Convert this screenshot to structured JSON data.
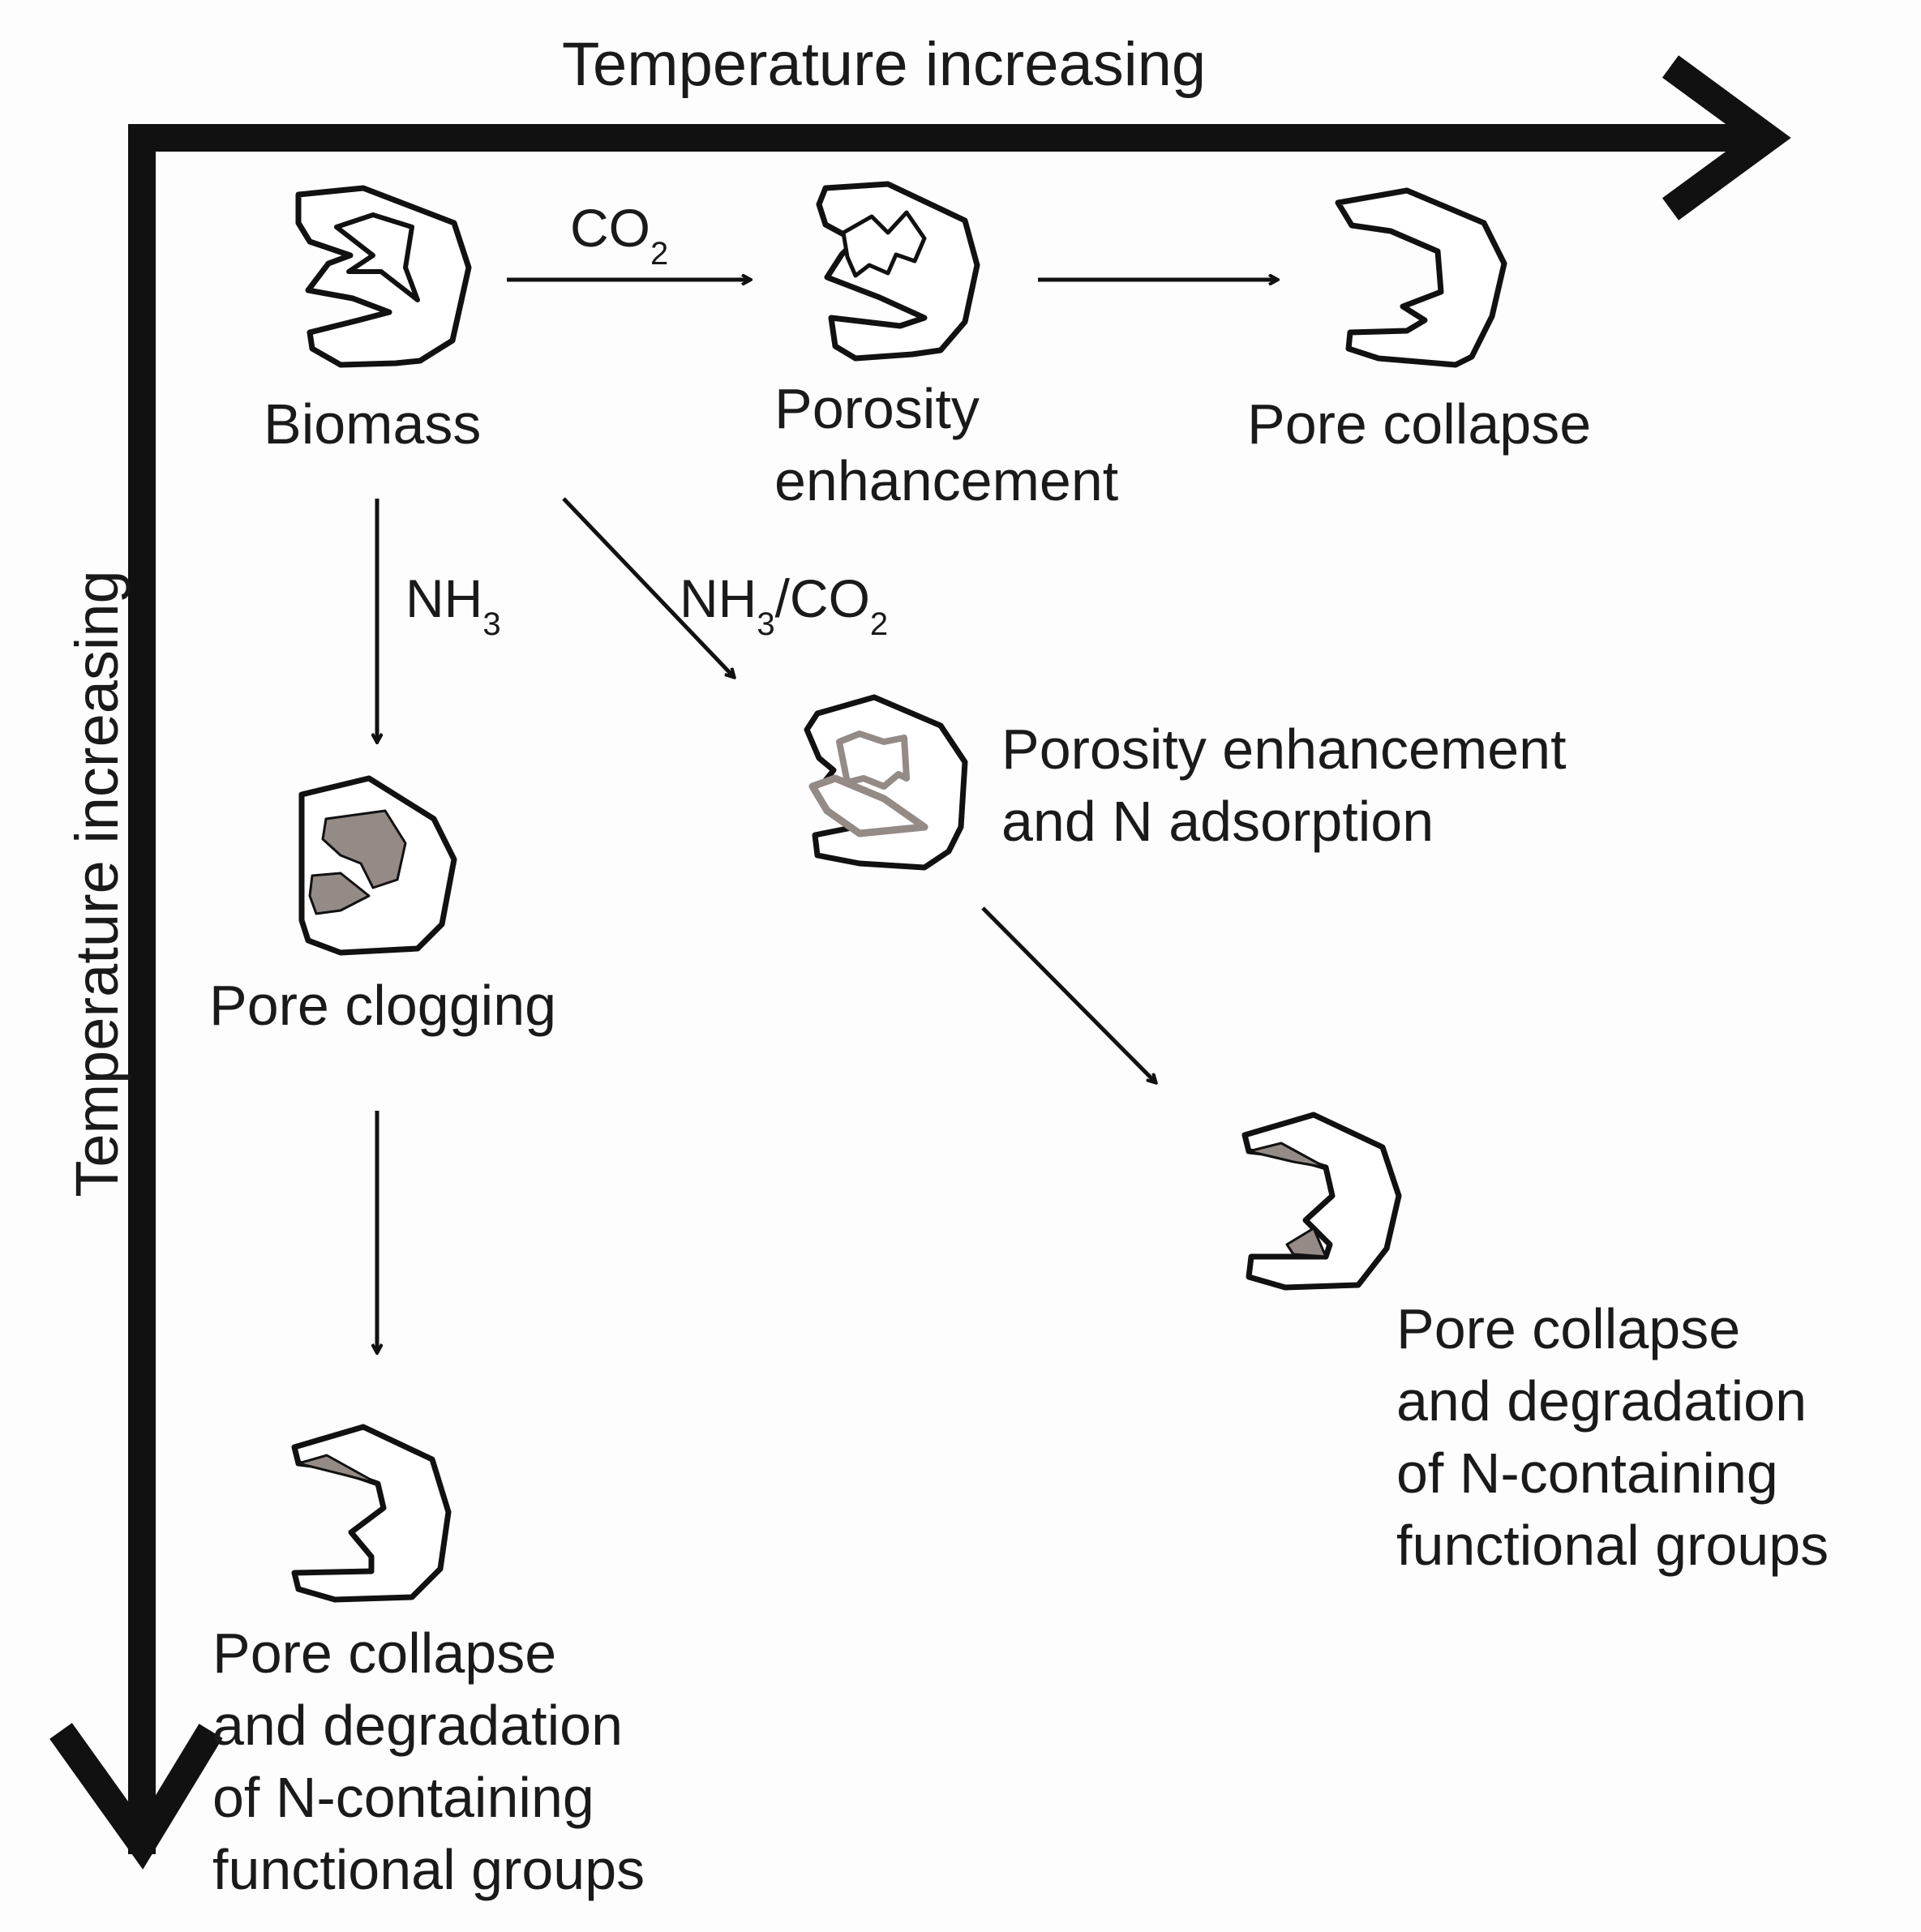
{
  "axes": {
    "horizontal_label": "Temperature increasing",
    "vertical_label": "Temperature increasing"
  },
  "nodes": {
    "biomass": {
      "label": "Biomass"
    },
    "porosity_enhancement": {
      "label": "Porosity\nenhancement"
    },
    "pore_collapse": {
      "label": "Pore collapse"
    },
    "pore_clogging": {
      "label": "Pore clogging"
    },
    "porosity_n_adsorption": {
      "label": "Porosity enhancement\nand N adsorption"
    },
    "collapse_degradation_nh3": {
      "label": "Pore collapse\nand degradation\nof N-containing\nfunctional groups"
    },
    "collapse_degradation_mix": {
      "label": "Pore collapse\nand degradation\nof N-containing\nfunctional groups"
    }
  },
  "gases": {
    "co2": {
      "main": "CO",
      "sub": "2"
    },
    "nh3": {
      "main": "NH",
      "sub": "3"
    },
    "mix": {
      "part1": "NH",
      "sub1": "3",
      "part2": "/CO",
      "sub2": "2"
    }
  },
  "colors": {
    "ink": "#111111",
    "fill_gray": "#948a86",
    "background": "#fdfdfd"
  }
}
